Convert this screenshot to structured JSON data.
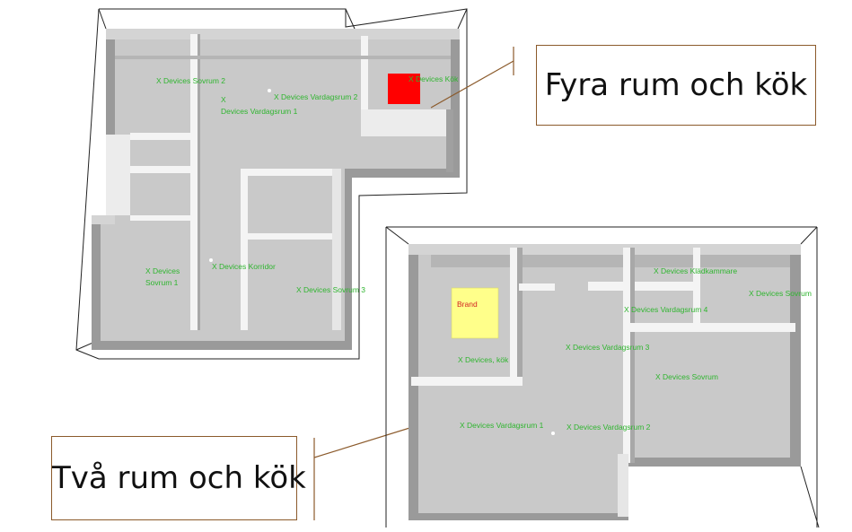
{
  "colors": {
    "floor": "#c9c9c9",
    "wall_top": "#ececec",
    "wall_side": "#9a9a9a",
    "label_green": "#2fb52f",
    "fire_red": "#ff0000",
    "brand_yellow": "#ffff8a",
    "callout_border": "#8b5a2b"
  },
  "callouts": {
    "top": "Fyra rum och kök",
    "bottom": "Två rum och kök"
  },
  "plan_top": {
    "labels": {
      "sovrum2": "X Devices Sovrum 2",
      "vardagsrum2": "X Devices Vardagsrum 2",
      "vardagsrum1_x": "X",
      "vardagsrum1": "Devices Vardagsrum 1",
      "kok": "X Devices Kök",
      "korridor": "X Devices Korridor",
      "sovrum1_a": "X Devices",
      "sovrum1_b": "Sovrum 1",
      "sovrum3": "X Devices Sovrum 3"
    }
  },
  "plan_bottom": {
    "labels": {
      "brand": "Brand",
      "kladkammare": "X Devices Klädkammare",
      "sovrum_right": "X Devices Sovrum",
      "vardagsrum4": "X Devices Vardagsrum 4",
      "vardagsrum3": "X Devices Vardagsrum 3",
      "kok": "X Devices, kök",
      "sovrum": "X Devices Sovrum",
      "vardagsrum1": "X Devices Vardagsrum 1",
      "vardagsrum2": "X Devices Vardagsrum 2"
    }
  }
}
